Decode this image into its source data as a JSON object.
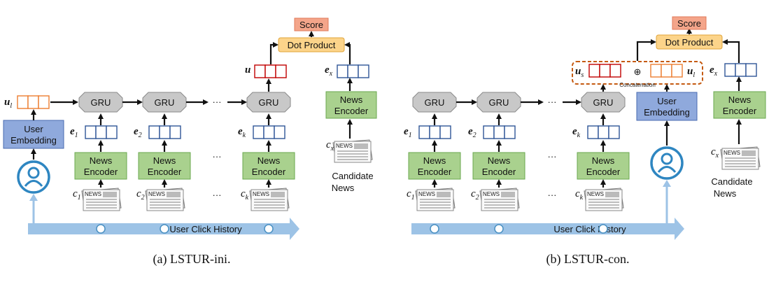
{
  "panels": [
    {
      "caption": "(a) LSTUR-ini.",
      "score": "Score",
      "dot_product": "Dot Product",
      "gru": "GRU",
      "news_encoder": [
        "News",
        "Encoder"
      ],
      "user_embedding": [
        "User",
        "Embedding"
      ],
      "candidate_news": [
        "Candidate",
        "News"
      ],
      "click_history": "User Click History",
      "ellipsis": "···",
      "vec_u_init": {
        "main": "u",
        "sub": "l"
      },
      "vec_u": {
        "main": "u",
        "sub": ""
      },
      "vec_ex": {
        "main": "e",
        "sub": "x"
      },
      "vec_e": [
        {
          "main": "e",
          "sub": "1"
        },
        {
          "main": "e",
          "sub": "2"
        },
        {
          "main": "e",
          "sub": "k"
        }
      ],
      "clicks": [
        {
          "main": "c",
          "sub": "1"
        },
        {
          "main": "c",
          "sub": "2"
        },
        {
          "main": "c",
          "sub": "k"
        }
      ],
      "cand_click": {
        "main": "c",
        "sub": "x"
      },
      "news_icon": "NEWS"
    },
    {
      "caption": "(b) LSTUR-con.",
      "score": "Score",
      "dot_product": "Dot Product",
      "gru": "GRU",
      "news_encoder": [
        "News",
        "Encoder"
      ],
      "user_embedding": [
        "User",
        "Embedding"
      ],
      "candidate_news": [
        "Candidate",
        "News"
      ],
      "click_history": "User Click History",
      "ellipsis": "···",
      "concat_label": "Concatenation",
      "concat_symbol": "⊕",
      "vec_us": {
        "main": "u",
        "sub": "s"
      },
      "vec_ul": {
        "main": "u",
        "sub": "l"
      },
      "vec_ex": {
        "main": "e",
        "sub": "x"
      },
      "vec_e": [
        {
          "main": "e",
          "sub": "1"
        },
        {
          "main": "e",
          "sub": "2"
        },
        {
          "main": "e",
          "sub": "k"
        }
      ],
      "clicks": [
        {
          "main": "c",
          "sub": "1"
        },
        {
          "main": "c",
          "sub": "2"
        },
        {
          "main": "c",
          "sub": "k"
        }
      ],
      "cand_click": {
        "main": "c",
        "sub": "x"
      },
      "news_icon": "NEWS"
    }
  ],
  "colors": {
    "news_encoder_fill": "#a9d18e",
    "news_encoder_stroke": "#6aa84f",
    "user_embedding_fill": "#8fa9dc",
    "user_embedding_stroke": "#4a6bb0",
    "gru_fill": "#c8c8c8",
    "gru_stroke": "#8a8a8a",
    "dot_product_fill": "#fcd48a",
    "score_fill": "#f4a58a",
    "vector_blue": "#2f5597",
    "vector_orange": "#ed7d31",
    "vector_red": "#c00000",
    "history_arrow": "#9dc3e6",
    "user_icon": "#2e86c1",
    "concat_box": "#c55a11"
  }
}
